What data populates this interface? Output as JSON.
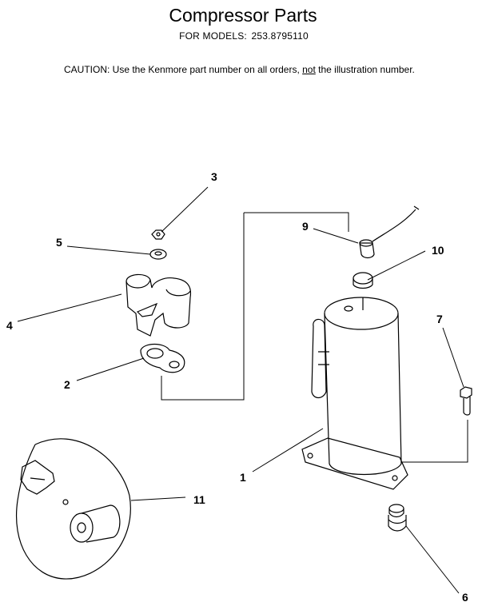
{
  "header": {
    "title": "Compressor Parts",
    "models_label": "FOR MODELS:",
    "model_number": "253.8795110"
  },
  "caution": {
    "prefix": "CAUTION:  Use the Kenmore part number on all orders, ",
    "emphasis": "not",
    "suffix": " the illustration number."
  },
  "callouts": {
    "c1": "1",
    "c2": "2",
    "c3": "3",
    "c4": "4",
    "c5": "5",
    "c6": "6",
    "c7": "7",
    "c9": "9",
    "c10": "10",
    "c11": "11"
  }
}
